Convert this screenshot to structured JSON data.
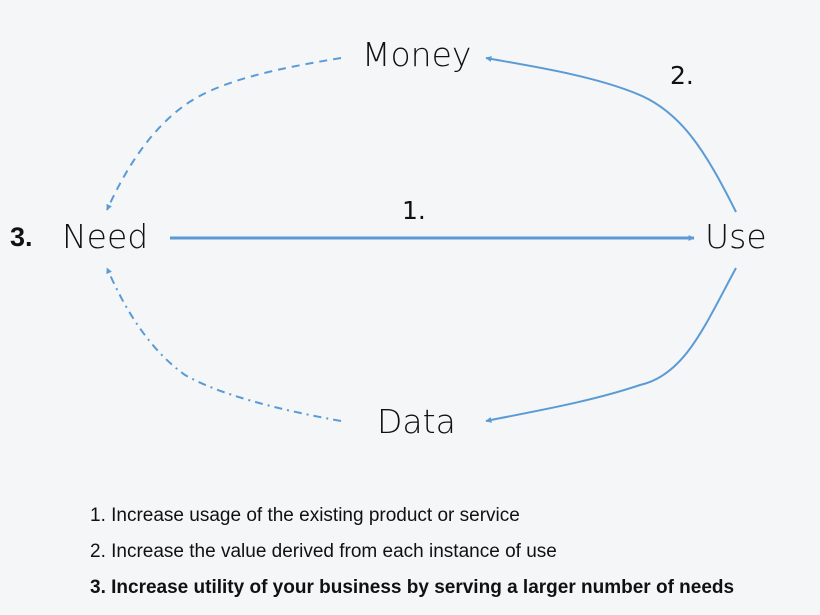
{
  "diagram": {
    "line_color": "#5b9bd5",
    "nodes": {
      "money": "Money",
      "need": "Need",
      "use": "Use",
      "data": "Data"
    },
    "need_prefix": "3.",
    "edge_labels": {
      "need_to_use": "1.",
      "use_to_money": "2."
    },
    "edges": [
      {
        "from": "Need",
        "to": "Use",
        "style": "solid",
        "label": "1."
      },
      {
        "from": "Use",
        "to": "Money",
        "style": "solid",
        "label": "2."
      },
      {
        "from": "Use",
        "to": "Data",
        "style": "solid"
      },
      {
        "from": "Money",
        "to": "Need",
        "style": "dashed"
      },
      {
        "from": "Data",
        "to": "Need",
        "style": "dash-dot"
      }
    ]
  },
  "legend": {
    "items": [
      "1. Increase usage of the existing product or service",
      "2. Increase the value derived from each instance of use",
      "3. Increase utility of your business by serving a larger number of needs"
    ]
  }
}
